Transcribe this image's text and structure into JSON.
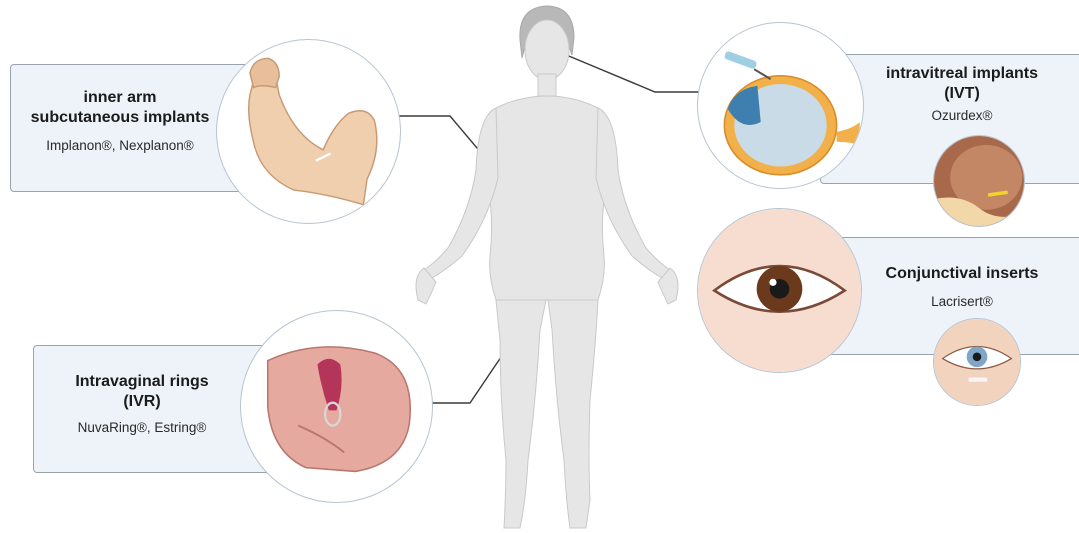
{
  "callouts": {
    "arm": {
      "title_line1": "inner arm",
      "title_line2": "subcutaneous implants",
      "products": "Implanon®, Nexplanon®"
    },
    "ivt": {
      "title_line1": "intravitreal implants",
      "title_line2": "(IVT)",
      "products": "Ozurdex®"
    },
    "conj": {
      "title": "Conjunctival inserts",
      "products": "Lacrisert®"
    },
    "ivr": {
      "title_line1": "Intravaginal rings",
      "title_line2": "(IVR)",
      "products": "NuvaRing®, Estring®"
    }
  },
  "colors": {
    "box_fill": "#eef2f9",
    "box_border": "#9aa3ad",
    "connector": "#3a3a3a",
    "body_silhouette": "#e6e6e6",
    "skin": "#f0cfae",
    "iris_brown": "#6b3a1c"
  }
}
